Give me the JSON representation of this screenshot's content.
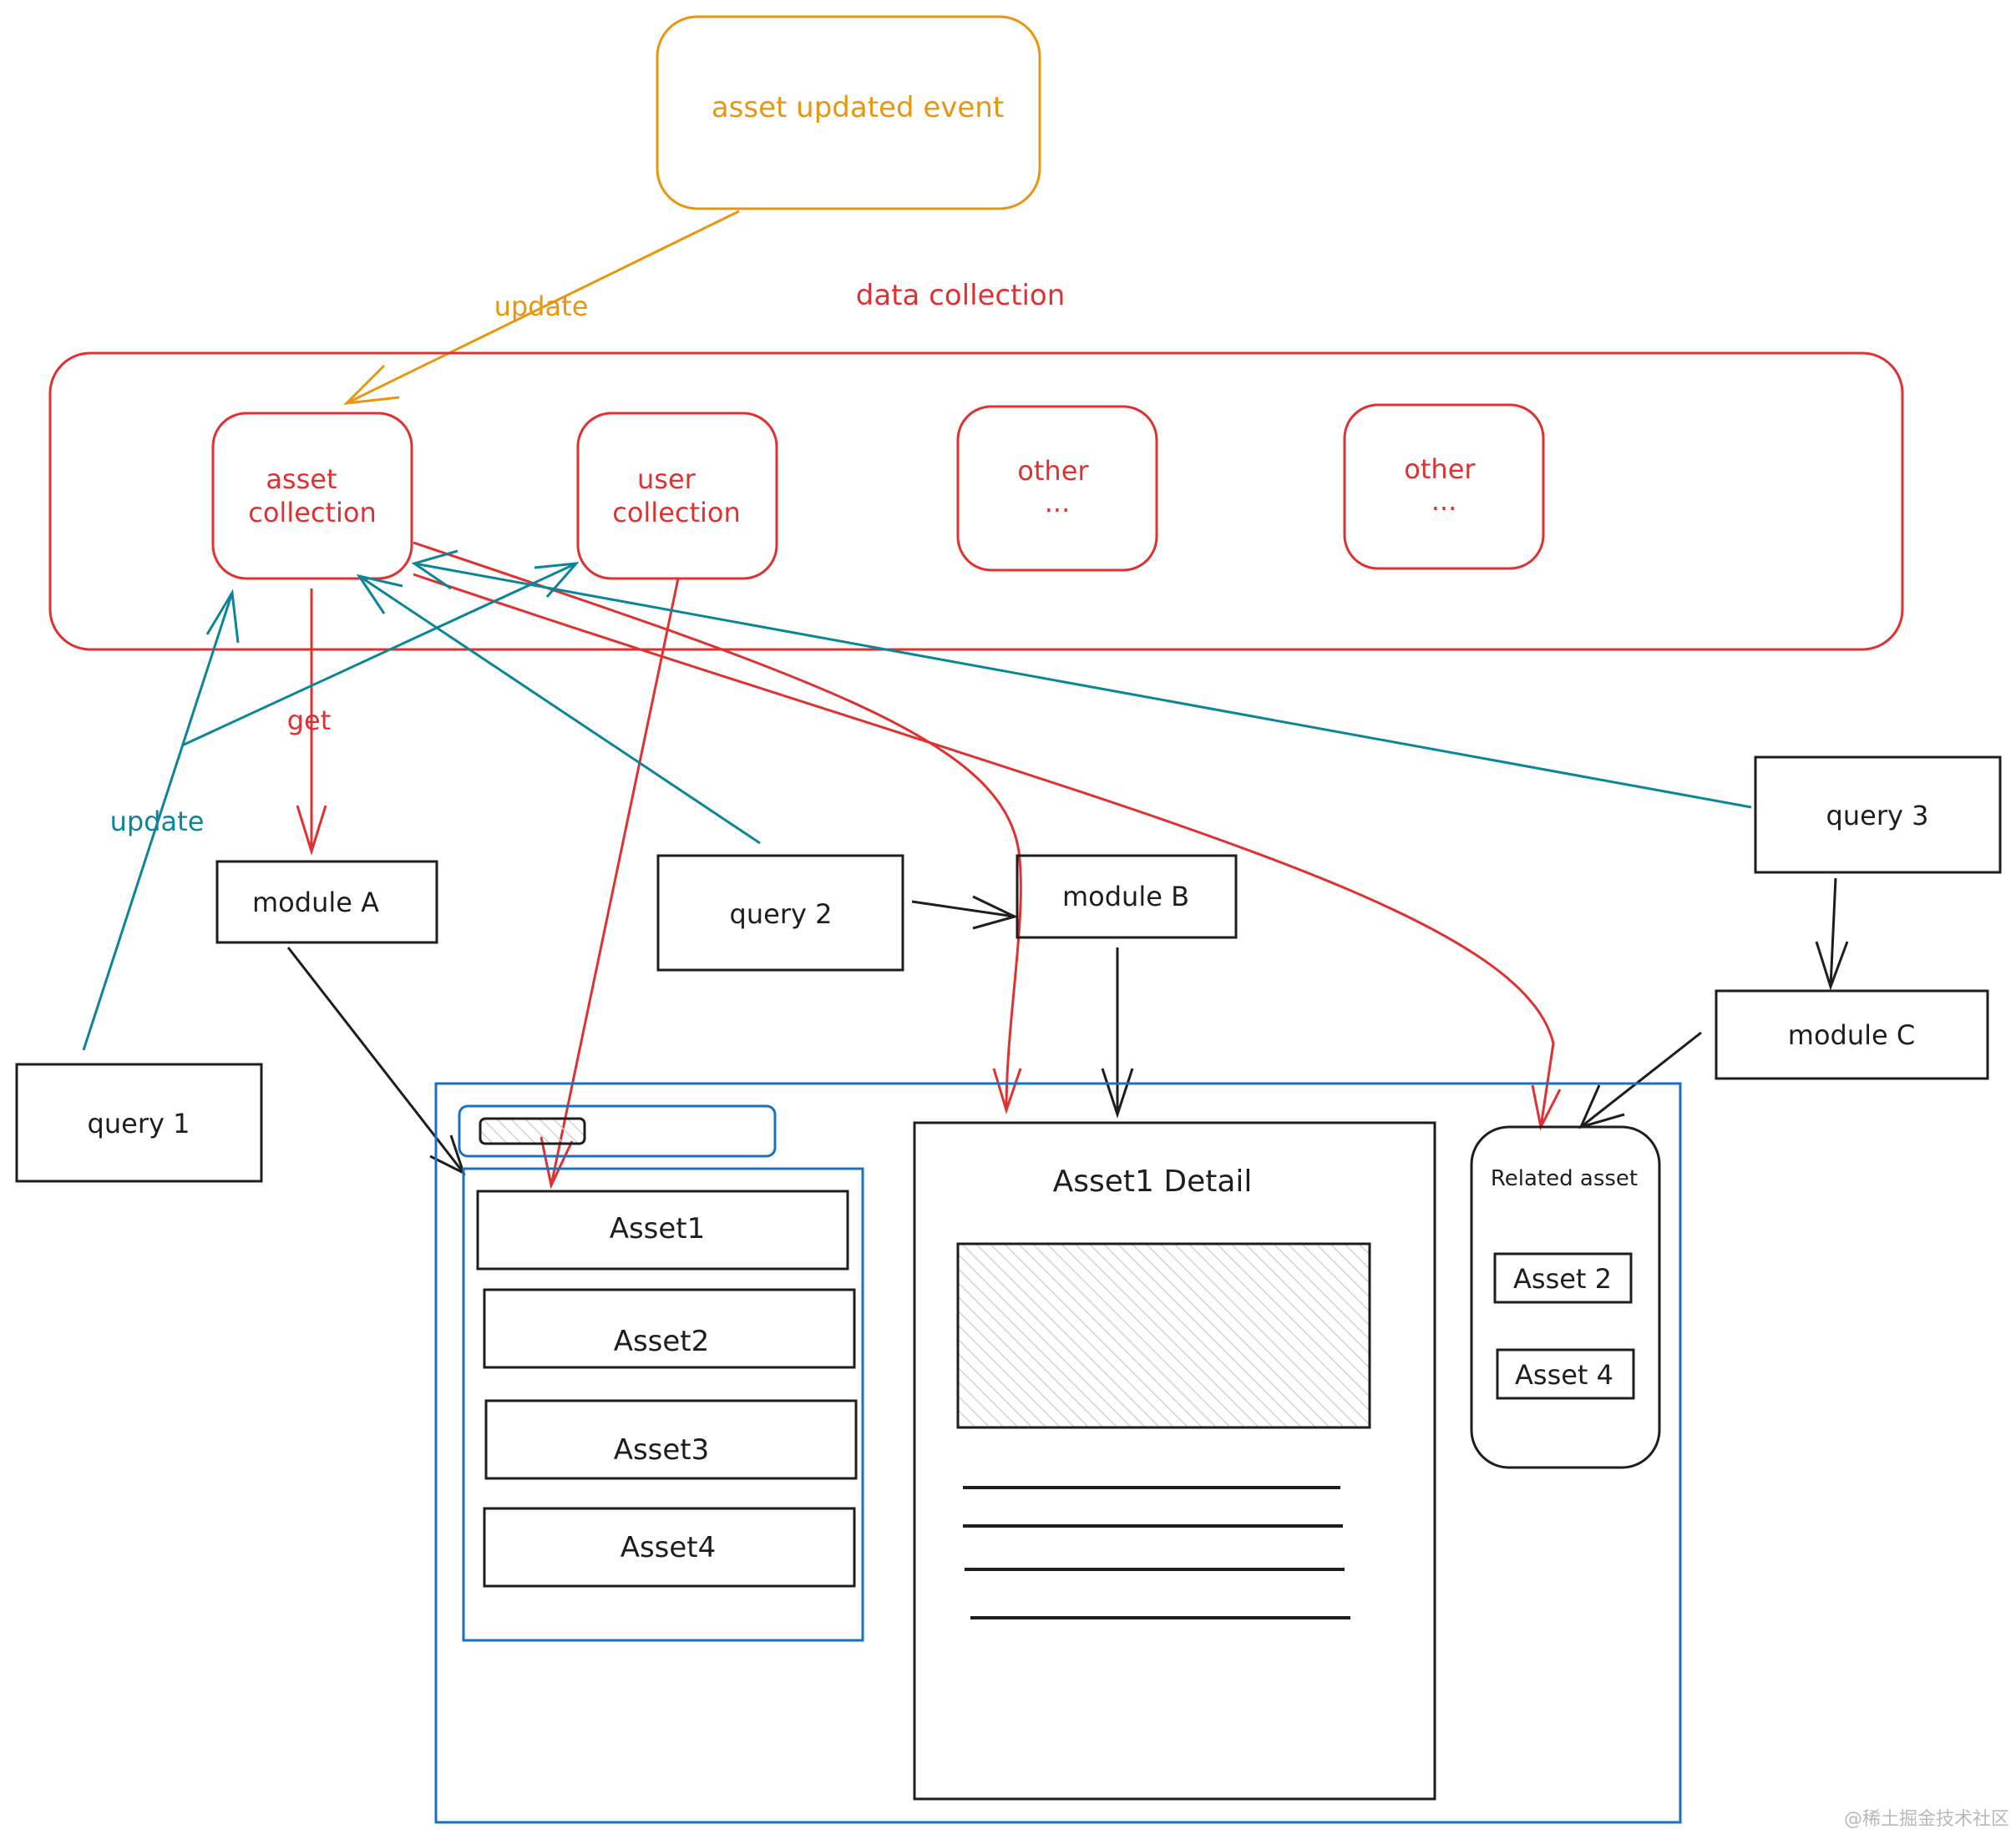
{
  "colors": {
    "orange": "#e8960f",
    "red": "#e03131",
    "teal": "#0c8599",
    "black": "#1e1e1e",
    "blue": "#1971c2",
    "hatch": "#ced4da"
  },
  "event": {
    "label": "asset updated event"
  },
  "edges": {
    "event_update": "update",
    "get": "get",
    "query1_update": "update"
  },
  "data_collection": {
    "title": "data collection",
    "asset": [
      "asset",
      "collection"
    ],
    "user": [
      "user",
      "collection"
    ],
    "other1": [
      "other",
      "..."
    ],
    "other2": [
      "other",
      "..."
    ]
  },
  "modules": {
    "a": "module A",
    "b": "module B",
    "c": "module C"
  },
  "queries": {
    "q1": "query 1",
    "q2": "query 2",
    "q3": "query 3"
  },
  "ui": {
    "list_items": [
      "Asset1",
      "Asset2",
      "Asset3",
      "Asset4"
    ],
    "detail_title": "Asset1 Detail",
    "related_title": "Related asset",
    "related_items": [
      "Asset 2",
      "Asset 4"
    ]
  },
  "watermark": "@稀土掘金技术社区"
}
